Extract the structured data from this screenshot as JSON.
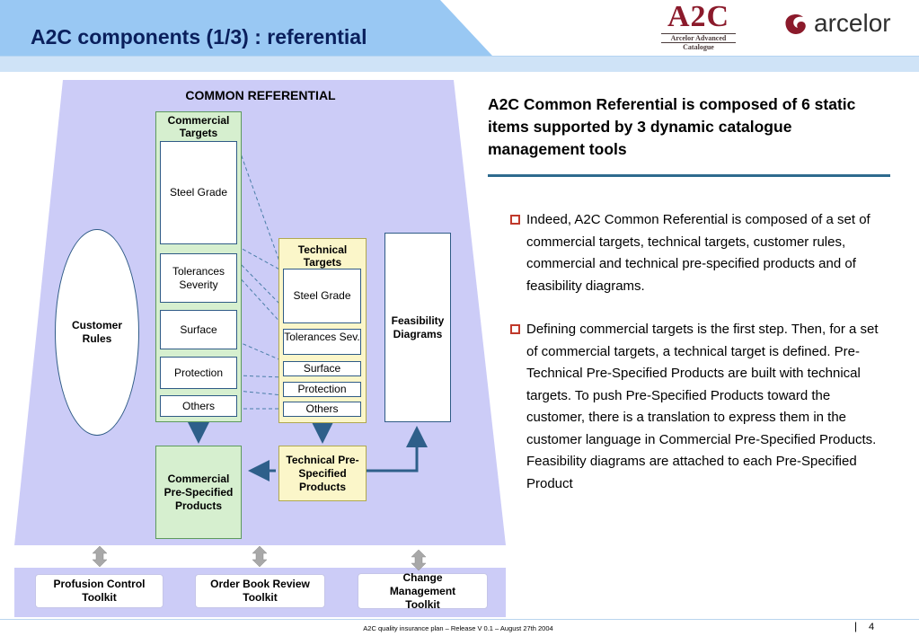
{
  "slide": {
    "title": "A2C components (1/3) : referential",
    "logos": {
      "a2c_main": "A2C",
      "a2c_sub1": "Arcelor  Advanced",
      "a2c_sub2": "Catalogue",
      "arcelor": "arcelor"
    }
  },
  "diagram": {
    "title": "COMMON REFERENTIAL",
    "customer_rules": "Customer Rules",
    "commercial_targets": {
      "header": "Commercial Targets",
      "items": [
        "Steel Grade",
        "Tolerances Severity",
        "Surface",
        "Protection",
        "Others"
      ]
    },
    "technical_targets": {
      "header": "Technical Targets",
      "items": [
        "Steel Grade",
        "Tolerances Sev.",
        "Surface",
        "Protection",
        "Others"
      ]
    },
    "feasibility": "Feasibility Diagrams",
    "technical_psp": "Technical Pre-Specified Products",
    "commercial_psp": "Commercial Pre-Specified Products",
    "toolkits": [
      "Profusion Control Toolkit",
      "Order Book Review Toolkit",
      "Change Management Toolkit"
    ]
  },
  "content": {
    "headline": "A2C Common Referential is composed of 6 static items supported by 3 dynamic catalogue management tools",
    "bullets": [
      "Indeed, A2C Common Referential is composed of a set of commercial targets, technical targets, customer rules, commercial and technical pre-specified products and of feasibility diagrams.",
      "Defining commercial targets is the first step. Then, for a set of commercial targets, a technical target is defined. Pre-Technical Pre-Specified Products are built with technical targets. To push Pre-Specified Products toward the customer, there is a translation to express them in the customer language in Commercial Pre-Specified Products. Feasibility diagrams are attached to each Pre-Specified Product"
    ]
  },
  "footer": {
    "text": "A2C quality insurance plan – Release V 0.1 – August 27th 2004",
    "separator": "|",
    "page": "4"
  },
  "colors": {
    "header_blue": "#99c8f3",
    "header_band_light": "#cfe3f7",
    "title_navy": "#0a1f5c",
    "referential_lavender": "#ccccf7",
    "arrow_blue": "#2e5f8a",
    "bullet_red": "#c0392b",
    "rule_teal": "#2e6a8e"
  }
}
